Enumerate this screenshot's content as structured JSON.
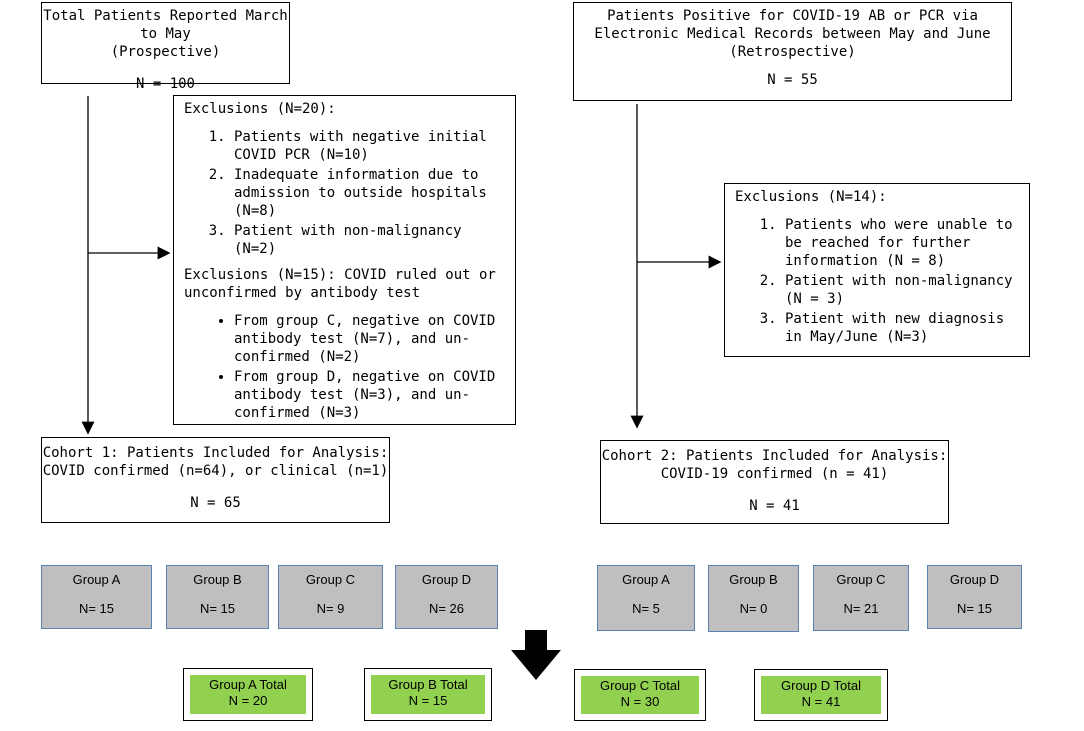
{
  "prospective": {
    "title_line1": "Total Patients Reported March to May",
    "title_line2": "(Prospective)",
    "n": "N = 100"
  },
  "retrospective": {
    "title_line1": "Patients Positive for COVID-19 AB or PCR via",
    "title_line2": "Electronic Medical Records between May and June",
    "title_line3": "(Retrospective)",
    "n": "N = 55"
  },
  "exclusions_left": {
    "heading": "Exclusions (N=20):",
    "items": [
      "Patients with negative initial COVID PCR (N=10)",
      "Inadequate information due to admission to outside hospitals (N=8)",
      "Patient with non-malignancy (N=2)"
    ],
    "heading2_line1": "Exclusions (N=15): COVID ruled out or",
    "heading2_line2": "unconfirmed by antibody test",
    "bullets": [
      "From group C, negative on COVID antibody test (N=7), and un-confirmed (N=2)",
      "From group D, negative on COVID antibody test (N=3), and un-confirmed (N=3)"
    ]
  },
  "exclusions_right": {
    "heading": "Exclusions (N=14):",
    "items": [
      "Patients who were unable to be reached for further information (N = 8)",
      "Patient with non-malignancy (N = 3)",
      "Patient with new diagnosis in May/June (N=3)"
    ]
  },
  "cohort1": {
    "line1": "Cohort 1: Patients Included for Analysis:",
    "line2": "COVID confirmed (n=64), or clinical (n=1)",
    "n": "N = 65"
  },
  "cohort2": {
    "line1": "Cohort 2: Patients Included for Analysis:",
    "line2": "COVID-19 confirmed (n = 41)",
    "n": "N = 41"
  },
  "groups_cohort1": [
    {
      "name": "Group A",
      "value": "N= 15"
    },
    {
      "name": "Group B",
      "value": "N= 15"
    },
    {
      "name": "Group C",
      "value": "N= 9"
    },
    {
      "name": "Group D",
      "value": "N= 26"
    }
  ],
  "groups_cohort2": [
    {
      "name": "Group A",
      "value": "N= 5"
    },
    {
      "name": "Group B",
      "value": "N= 0"
    },
    {
      "name": "Group C",
      "value": "N= 21"
    },
    {
      "name": "Group D",
      "value": "N= 15"
    }
  ],
  "totals": [
    {
      "name": "Group A Total",
      "value": "N = 20"
    },
    {
      "name": "Group B Total",
      "value": "N = 15"
    },
    {
      "name": "Group C Total",
      "value": "N = 30"
    },
    {
      "name": "Group D Total",
      "value": "N = 41"
    }
  ],
  "colors": {
    "group_fill": "#bfbfbf",
    "group_border": "#5b83b0",
    "total_fill": "#92d050"
  }
}
